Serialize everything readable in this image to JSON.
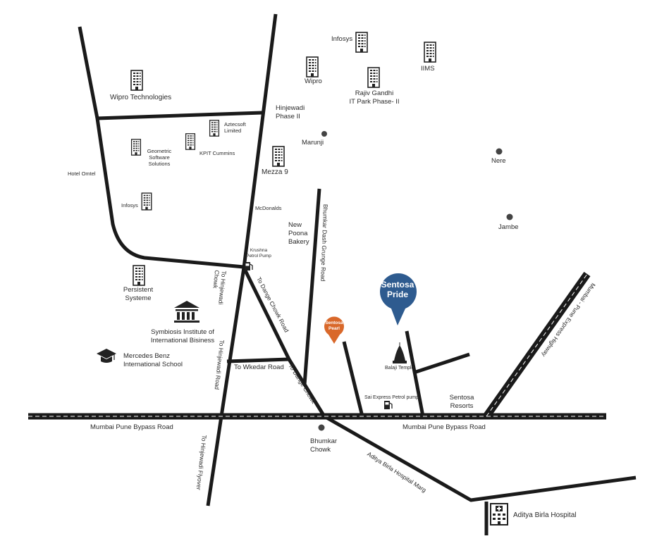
{
  "map": {
    "places": {
      "infosys_top": "Infosys",
      "wipro": "Wipro",
      "iims": "IIMS",
      "rajiv_gandhi": "Rajiv Gandhi\nIT Park Phase- II",
      "wipro_tech": "Wipro Technologies",
      "hinjewadi_ph2": "Hinjewadi\nPhase II",
      "aztecsoft": "Aztecsoft\nLimited",
      "kpit": "KPIT Cummins",
      "geometric": "Geometric\nSoftware\nSolutions",
      "marunji": "Marunji",
      "nere": "Nere",
      "mezza": "Mezza 9",
      "hotel_omtel": "Hotel Omtel",
      "infosys_left": "Infosys",
      "mcdonalds": "McDonalds",
      "jambe": "Jambe",
      "new_poona": "New\nPoona\nBakery",
      "krushna": "Krushna\nPetrol Pump",
      "persistent": "Persistent\nSysteme",
      "symbiosis": "Symbiosis Institute of\nInternational Bisiness",
      "mercedes": "Mercedes Benz\nInternational School",
      "balaji": "Balaji Temple",
      "sai_express": "Sai Express Petrol pump",
      "sentosa_resorts": "Sentosa\nResorts",
      "bhumkar_chowk": "Bhumkar\nChowk",
      "aditya_hospital": "Aditya Birla Hospital"
    },
    "roads": {
      "to_hinjewadi_chowk": "To Hinjewadi\nChowk",
      "to_hinjewadi_road": "To Hinjewadi Road",
      "to_dange_chowk_road": "To Dange Chowk Road",
      "to_wkedar_road": "To Wkedar Road",
      "to_dange_chowk": "To Dange Chowk",
      "bhumkar_dash": "Bhumkar Dash Grunge Road",
      "mumbai_pune_left": "Mumbai Pune Bypass Road",
      "mumbai_pune_right": "Mumbai Pune Bypass Road",
      "expressway": "Mumbai - Pune Express Highway",
      "to_hinjewadi_flyover": "To Hinjewadi Flyover",
      "aditya_marg": "Aditya Birla Hospital Marg"
    },
    "pins": {
      "sentosa_pride": "Sentosa\nPride",
      "sentosa_pearl": "Sentosa\nPearl"
    },
    "colors": {
      "road": "#1a1a1a",
      "pride_pin": "#2e5b8f",
      "pearl_pin": "#d9682a"
    },
    "icons": {
      "building": "office-building-icon",
      "dot": "location-dot-icon",
      "fuel": "fuel-pump-icon",
      "institute": "institute-icon",
      "school": "graduation-cap-icon",
      "temple": "temple-icon",
      "hospital": "hospital-icon"
    }
  }
}
